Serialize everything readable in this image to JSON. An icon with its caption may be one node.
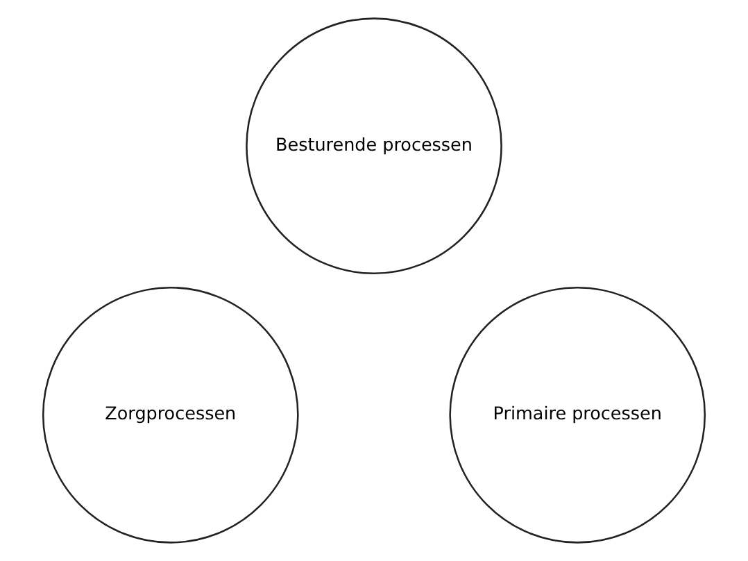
{
  "diagram": {
    "nodes": [
      {
        "text": [
          "Besturende processen"
        ]
      },
      {
        "text": [
          "Zorgprocessen"
        ]
      },
      {
        "text": [
          "Primaire processen"
        ]
      }
    ],
    "edges": []
  }
}
